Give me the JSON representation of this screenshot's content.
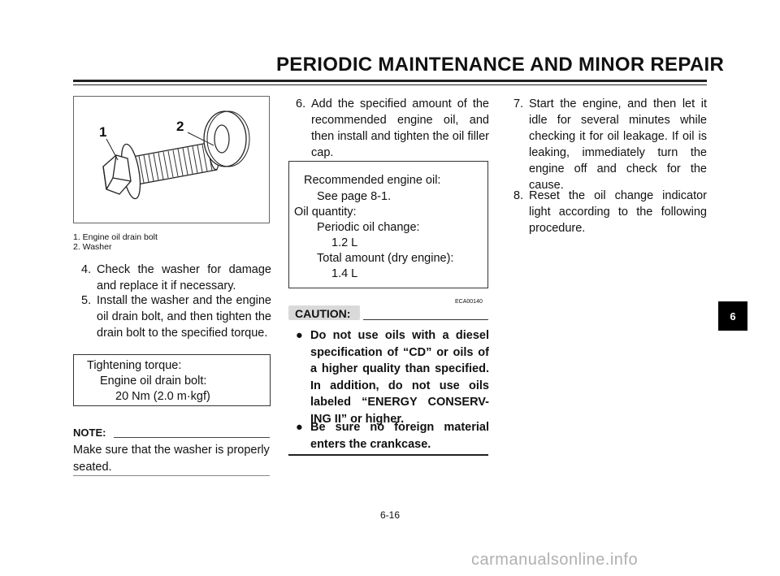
{
  "header": {
    "title": "PERIODIC MAINTENANCE AND MINOR REPAIR"
  },
  "figure": {
    "callouts": [
      "1",
      "2"
    ],
    "caption": [
      "1.  Engine oil drain bolt",
      "2.  Washer"
    ]
  },
  "steps_left": [
    {
      "num": "4.",
      "text": "Check the washer for damage and replace it if necessary."
    },
    {
      "num": "5.",
      "text": "Install the washer and the engine oil drain bolt, and then tighten the drain bolt to the specified torque."
    }
  ],
  "torque_box": {
    "line1": "Tightening torque:",
    "line2": "Engine oil drain bolt:",
    "line3": "20 Nm (2.0 m·kgf)"
  },
  "note": {
    "label": "NOTE:",
    "text": "Make sure that the washer is properly seated."
  },
  "steps_middle": [
    {
      "num": "6.",
      "text": "Add the specified amount of the recommended engine oil, and then install and tighten the oil filler cap."
    }
  ],
  "oil_box": {
    "line1": "Recommended engine oil:",
    "line2": "See page 8-1.",
    "line3": "Oil quantity:",
    "line4": "Periodic oil change:",
    "line5": "1.2 L",
    "line6": "Total amount (dry engine):",
    "line7": "1.4 L"
  },
  "caution": {
    "code": "ECA00140",
    "label": "CAUTION:",
    "bullets": [
      "Do not use oils with a diesel specification of “CD” or oils of a higher quality than specified. In addition, do not use oils labeled “ENERGY CONSERV-ING II” or higher.",
      "Be sure no foreign material enters the crankcase."
    ]
  },
  "steps_right": [
    {
      "num": "7.",
      "text": "Start the engine, and then let it idle for several minutes while checking it for oil leakage. If oil is leaking, immediately turn the engine off and check for the cause."
    },
    {
      "num": "8.",
      "text": "Reset the oil change indicator light according to the following procedure."
    }
  ],
  "side_tab": "6",
  "footer": {
    "page_number": "6-16",
    "watermark": "carmanualsonline.info"
  }
}
